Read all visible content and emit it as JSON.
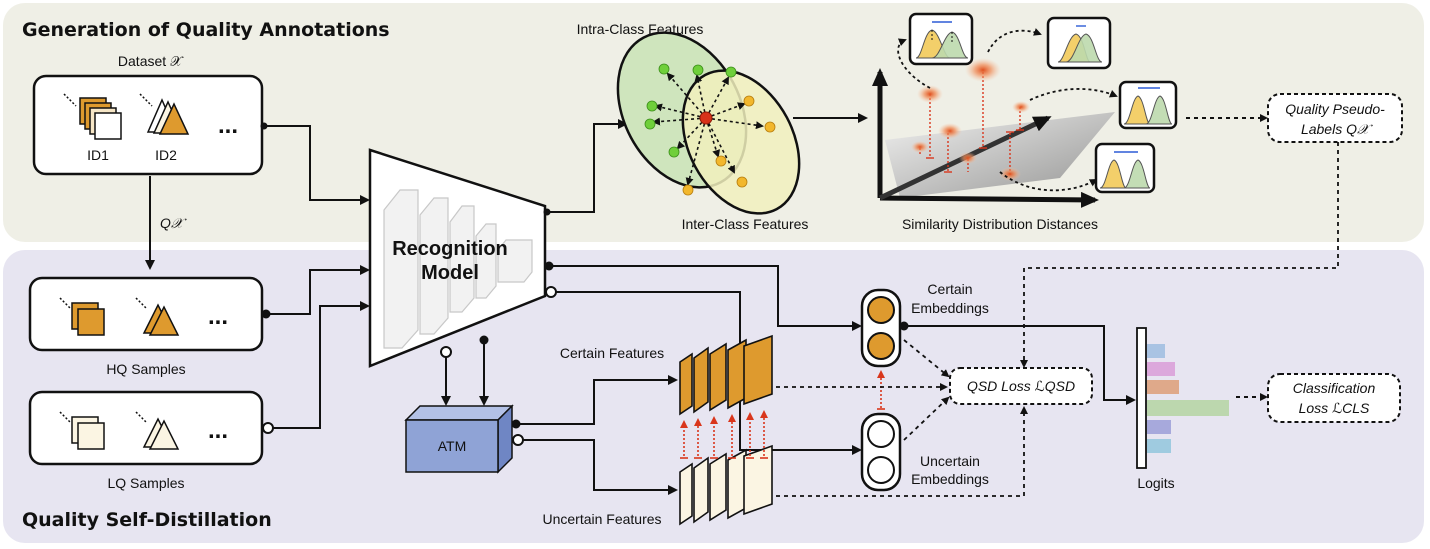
{
  "sections": {
    "top_title": "Generation of Quality Annotations",
    "bottom_title": "Quality Self-Distillation"
  },
  "labels": {
    "dataset": "Dataset 𝒳",
    "id1": "ID1",
    "id2": "ID2",
    "ellipsis": "...",
    "q_arrow": "Q𝒳",
    "hq_samples": "HQ Samples",
    "lq_samples": "LQ Samples",
    "recognition_line1": "Recognition",
    "recognition_line2": "Model",
    "atm": "ATM",
    "intra_class": "Intra-Class Features",
    "inter_class": "Inter-Class Features",
    "similarity": "Similarity Distribution Distances",
    "pseudo_line1": "Quality Pseudo-",
    "pseudo_line2": "Labels Q𝒳",
    "certain_features": "Certain Features",
    "uncertain_features": "Uncertain Features",
    "certain_emb_line1": "Certain",
    "certain_emb_line2": "Embeddings",
    "uncertain_emb_line1": "Uncertain",
    "uncertain_emb_line2": "Embeddings",
    "qsd_loss": "QSD Loss ℒQSD",
    "logits": "Logits",
    "cls_line1": "Classification",
    "cls_line2": "Loss ℒCLS"
  },
  "colors": {
    "top_panel": "#efefe6",
    "bottom_panel": "#e7e5f1",
    "orange": "#de9a2e",
    "cream": "#fbf5e3",
    "atm_blue": "#8fa3d6",
    "green_ellipse": "#cfe5bd",
    "yellow_ellipse": "#f1f0bd",
    "red_dotted": "#d9361c",
    "logit_bars": [
      "#a9c3e3",
      "#dca8dc",
      "#dfa98a",
      "#bcd7ae",
      "#a7a9dc",
      "#9fcbe0"
    ]
  }
}
